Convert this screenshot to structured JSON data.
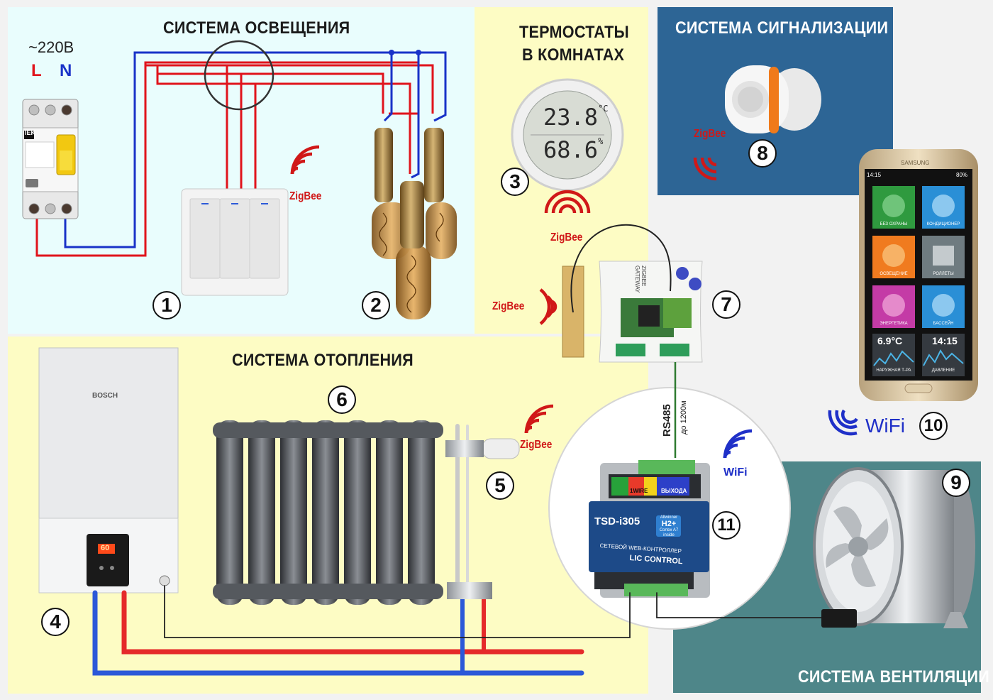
{
  "zones": {
    "lighting": {
      "title": "СИСТЕМА ОСВЕЩЕНИЯ",
      "color": "#e9fdfd"
    },
    "thermostats": {
      "title_line1": "ТЕРМОСТАТЫ",
      "title_line2": "В КОМНАТАХ",
      "color": "#fdfcc4"
    },
    "alarm": {
      "title": "СИСТЕМА СИГНАЛИЗАЦИИ",
      "color": "#2d6595"
    },
    "heating": {
      "title": "СИСТЕМА ОТОПЛЕНИЯ",
      "color": "#fdfcc4"
    },
    "ventilation": {
      "title": "СИСТЕМА ВЕНТИЛЯЦИИ",
      "color": "#4e8689"
    }
  },
  "power": {
    "voltage": "~220В",
    "phase": "L",
    "neutral": "N",
    "brand": "IEK"
  },
  "numbers": [
    "1",
    "2",
    "3",
    "4",
    "5",
    "6",
    "7",
    "8",
    "9",
    "10",
    "11"
  ],
  "zigbee_label": "ZigBee",
  "wifi_label": "WiFi",
  "thermostat": {
    "temp": "23.8",
    "temp_unit": "°C",
    "humidity": "68.6",
    "humidity_unit": "%"
  },
  "boiler": {
    "brand": "BOSCH",
    "display": "60"
  },
  "gateway": {
    "text1": "ZIGBEE",
    "text2": "GATEWAY"
  },
  "bus": {
    "name": "RS485",
    "range": "до 1200м"
  },
  "controller": {
    "model": "TSD-i305",
    "chip_line1": "Allwinner",
    "chip_line2": "H2+",
    "chip_line3": "Cortex A7",
    "chip_line4": "inside",
    "subtitle": "СЕТЕВОЙ WEB-КОНТРОЛЛЕР",
    "brand": "LIC CONTROL",
    "port_label1": "1WIRE",
    "port_label2": "ВЫХОДА"
  },
  "phone": {
    "brand": "SAMSUNG",
    "time": "14:15",
    "battery": "80%",
    "tiles": [
      {
        "label": "БЕЗ ОХРАНЫ",
        "color": "#2f9a3f",
        "icon": "lock-icon"
      },
      {
        "label": "КОНДИЦИОНЕР",
        "color": "#2a8fd6",
        "icon": "snowflake-icon"
      },
      {
        "label": "ОСВЕЩЕНИЕ",
        "color": "#f07b1f",
        "icon": "bulb-icon"
      },
      {
        "label": "РОЛЛЕТЫ",
        "color": "#6f7b80",
        "icon": "shutter-icon"
      },
      {
        "label": "ЭНЕРГЕТИКА",
        "color": "#c43ba6",
        "icon": "energy-icon"
      },
      {
        "label": "БАССЕЙН",
        "color": "#2a8fd6",
        "icon": "pool-icon"
      }
    ],
    "outdoor_temp": "6.9°C",
    "outdoor_label": "НАРУЖНАЯ Т-РА",
    "clock": "14:15",
    "pressure_label": "ДАВЛЕНИЕ"
  },
  "colors": {
    "phase": "#e0141c",
    "neutral": "#1932c8",
    "hot": "#e52a2a",
    "cold": "#2b58d8",
    "zigbee": "#d01818",
    "wifi": "#1f30c8"
  }
}
